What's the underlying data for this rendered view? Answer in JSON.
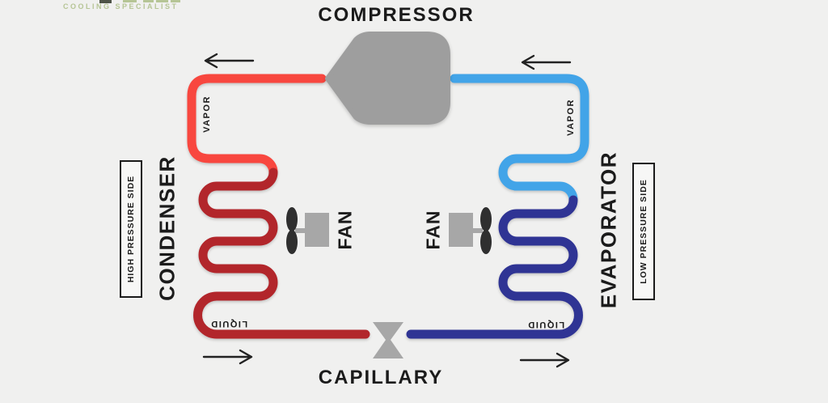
{
  "brand": {
    "tagline": "COOLING SPECIALIST"
  },
  "diagram": {
    "title_top": "COMPRESSOR",
    "title_bottom": "CAPILLARY",
    "left": {
      "coil_label": "CONDENSER",
      "pressure_label": "HIGH PRESSURE SIDE",
      "top_pipe_label": "VAPOR",
      "bottom_pipe_label": "LIQUID",
      "fan_label": "FAN"
    },
    "right": {
      "coil_label": "EVAPORATOR",
      "pressure_label": "LOW PRESSURE SIDE",
      "top_pipe_label": "VAPOR",
      "bottom_pipe_label": "LIQUID",
      "fan_label": "FAN"
    },
    "colors": {
      "hot_vapor": "#f8473f",
      "hot_liquid": "#b2262b",
      "cold_vapor": "#42a4e8",
      "cold_liquid": "#2f3494",
      "component_gray": "#9e9e9e",
      "fan_gray": "#a7a7a7",
      "blade_black": "#2f2f2f",
      "arrow_black": "#222222",
      "brand_green": "#b6c596",
      "logo_dark": "#4e5347",
      "background": "#f0f0ef"
    }
  }
}
